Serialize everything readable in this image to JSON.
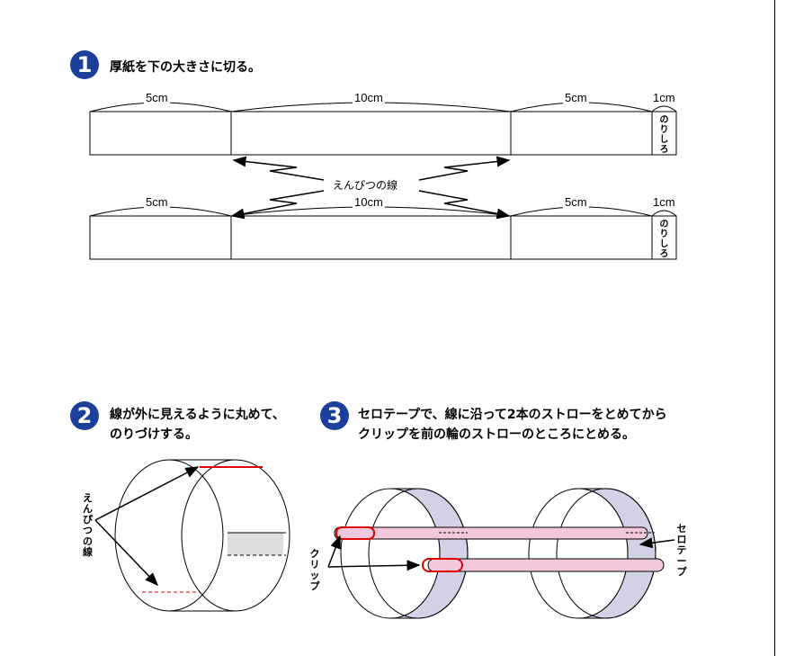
{
  "step1": {
    "number": "1",
    "text": "厚紙を下の大きさに切る。"
  },
  "strip_dimensions": [
    "5cm",
    "10cm",
    "5cm",
    "1cm"
  ],
  "glue_tab_label": "のりしろ",
  "pencil_line_label": "えんぴつの線",
  "step2": {
    "number": "2",
    "line1": "線が外に見えるように丸めて、",
    "line2": "のりづけする。"
  },
  "step3": {
    "number": "3",
    "line1": "セロテープで、線に沿って2本のストローをとめてから",
    "line2": "クリップを前の輪のストローのところにとめる。"
  },
  "diagram2": {
    "pencil_line_label": "えんぴつの線"
  },
  "diagram3": {
    "clip_label": "クリップ",
    "tape_label": "セロテープ"
  },
  "colors": {
    "step_circle": "#1c3f9a",
    "red_line": "#e00000",
    "tape": "#d4d0e6",
    "straw": "#f3c8dc",
    "gray_band": "#dddddd"
  }
}
